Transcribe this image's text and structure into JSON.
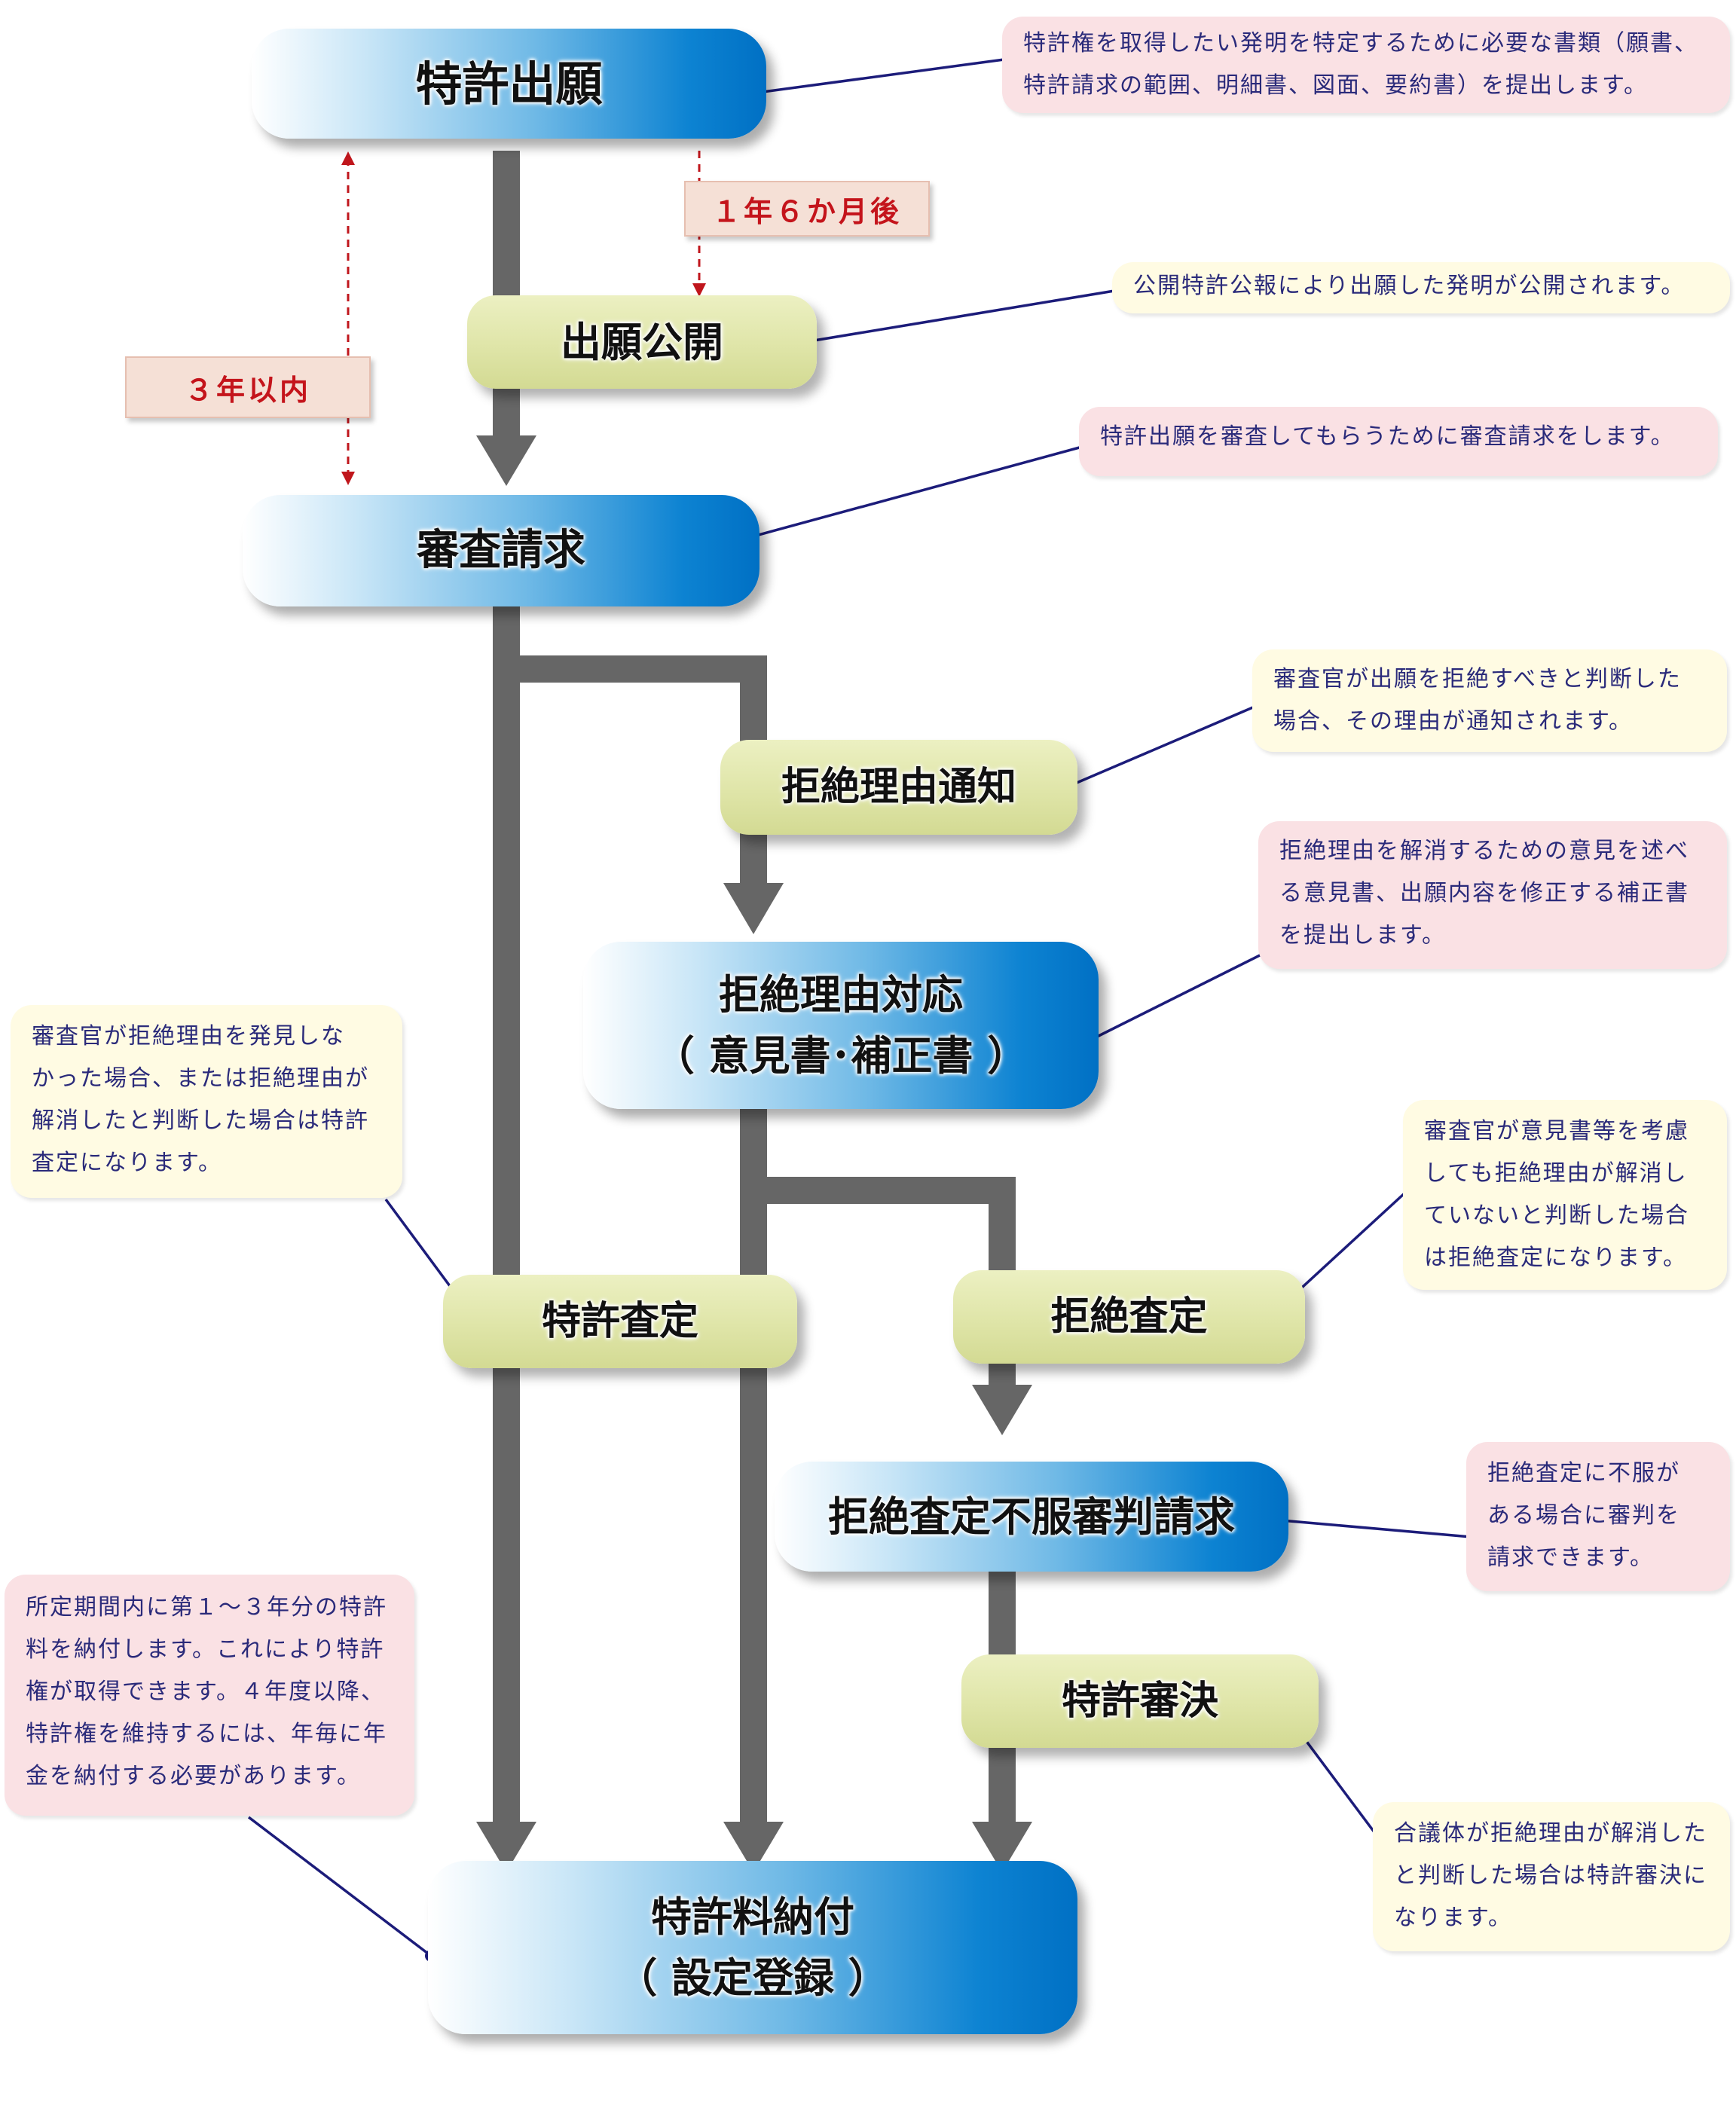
{
  "nodes": {
    "filing": "特許出願",
    "publication": "出願公開",
    "exam_request": "審査請求",
    "rejection_notice": "拒絶理由通知",
    "response_line1": "拒絶理由対応",
    "response_line2": "（ 意見書･補正書 ）",
    "grant_decision": "特許査定",
    "rejection_decision": "拒絶査定",
    "appeal": "拒絶査定不服審判請求",
    "appeal_decision": "特許審決",
    "fee_line1": "特許料納付",
    "fee_line2": "（ 設定登録 ）"
  },
  "tags": {
    "after_18_months": "１年６か月後",
    "within_3_years": "３年以内"
  },
  "notes": {
    "filing": [
      "特許権を取得したい発明を特定するために必要な書類（願書、",
      "特許請求の範囲、明細書、図面、要約書）を提出します。"
    ],
    "publication": [
      "公開特許公報により出願した発明が公開されます。"
    ],
    "exam_request": [
      "特許出願を審査してもらうために審査請求をします。"
    ],
    "rejection_notice": [
      "審査官が出願を拒絶すべきと判断した",
      "場合、その理由が通知されます。"
    ],
    "response": [
      "拒絶理由を解消するための意見を述べ",
      "る意見書、出願内容を修正する補正書",
      "を提出します。"
    ],
    "grant": [
      "審査官が拒絶理由を発見しな",
      "かった場合、または拒絶理由が",
      "解消したと判断した場合は特許",
      "査定になります。"
    ],
    "rejection": [
      "審査官が意見書等を考慮",
      "しても拒絶理由が解消し",
      "ていないと判断した場合",
      "は拒絶査定になります。"
    ],
    "appeal": [
      "拒絶査定に不服が",
      "ある場合に審判を",
      "請求できます。"
    ],
    "appeal_decision": [
      "合議体が拒絶理由が解消した",
      "と判断した場合は特許審決に",
      "なります。"
    ],
    "fee": [
      "所定期間内に第１～３年分の特許",
      "料を納付します。これにより特許",
      "権が取得できます。４年度以降、",
      "特許権を維持するには、年毎に年",
      "金を納付する必要があります。"
    ]
  },
  "colors": {
    "flow_line": "#666666",
    "leader_line": "#1c1c7a",
    "dashed_arrow": "#c0161c",
    "note_pink": "#fae1e4",
    "note_yellow": "#fffbe3"
  }
}
